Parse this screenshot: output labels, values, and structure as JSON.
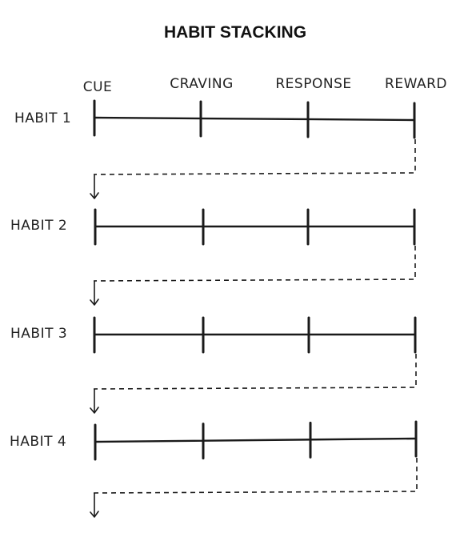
{
  "title": "HABIT STACKING",
  "stages": [
    "CUE",
    "CRAVING",
    "RESPONSE",
    "REWARD"
  ],
  "habits": [
    "HABIT 1",
    "HABIT 2",
    "HABIT 3",
    "HABIT 4"
  ]
}
